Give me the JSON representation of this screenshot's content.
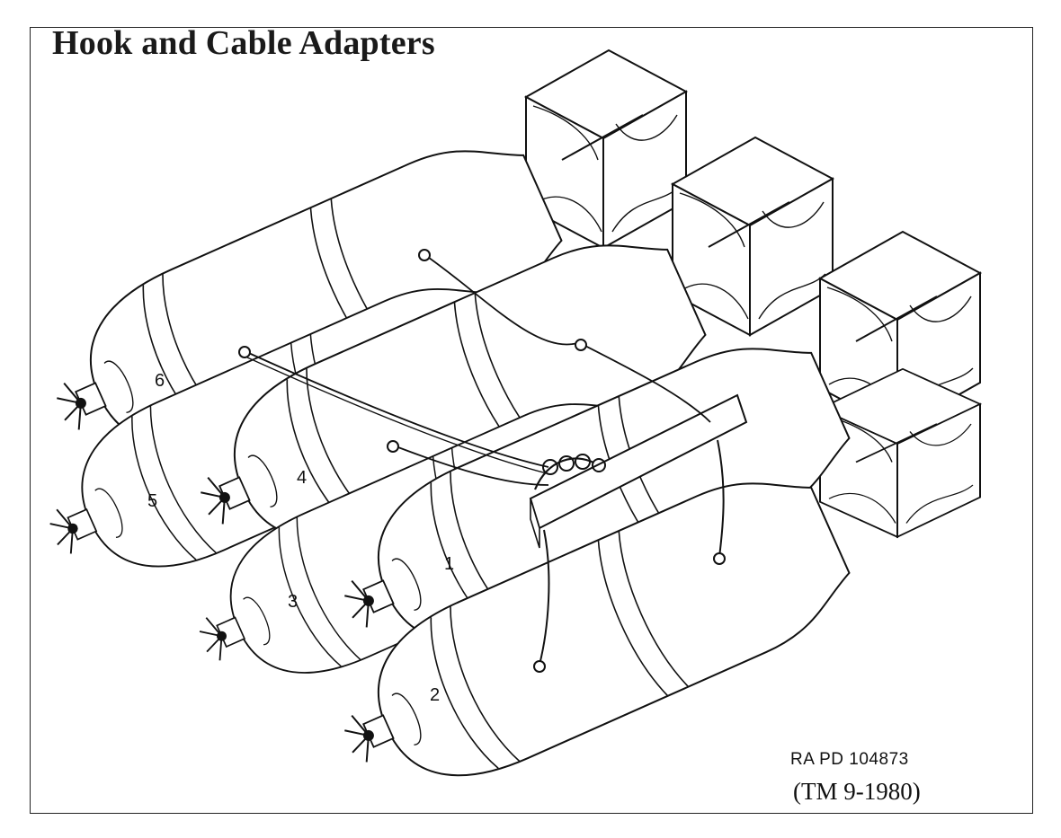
{
  "title": "Hook and Cable Adapters",
  "reference_code": "RA PD 104873",
  "reference_doc": "(TM 9-1980)",
  "bomb_labels": [
    "1",
    "2",
    "3",
    "4",
    "5",
    "6"
  ]
}
